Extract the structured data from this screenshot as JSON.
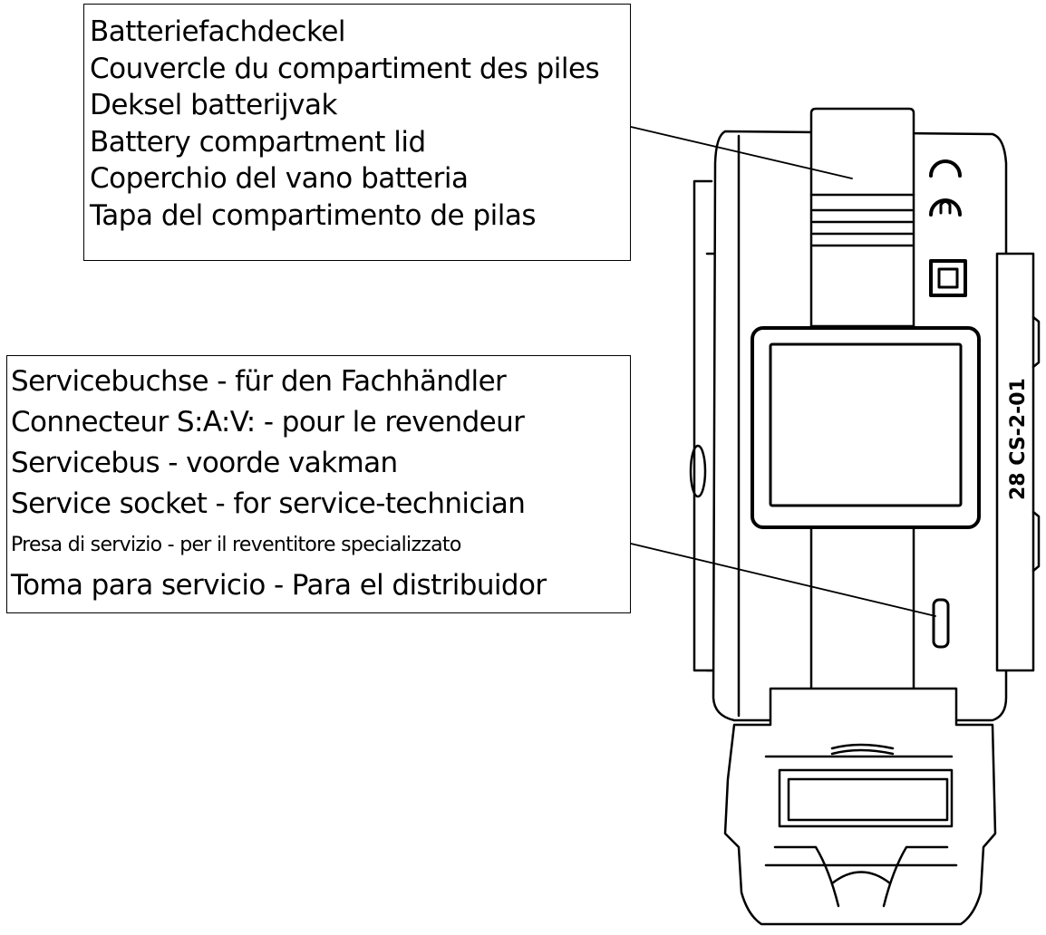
{
  "battery_lid_labels": [
    "Batteriefachdeckel",
    "Couvercle du compartiment des piles",
    "Deksel batterijvak",
    "Battery compartment lid",
    "Coperchio del vano batteria",
    "Tapa del compartimento de pilas"
  ],
  "service_socket_labels": [
    "Servicebuchse - für den Fachhändler",
    "Connecteur S:A:V: - pour le revendeur",
    "Servicebus - voorde vakman",
    "Service socket - for service-technician",
    "Presa di servizio - per il reventitore specializzato",
    "Toma para servicio - Para el distribuidor"
  ],
  "device_code": "28 CS-2-01"
}
